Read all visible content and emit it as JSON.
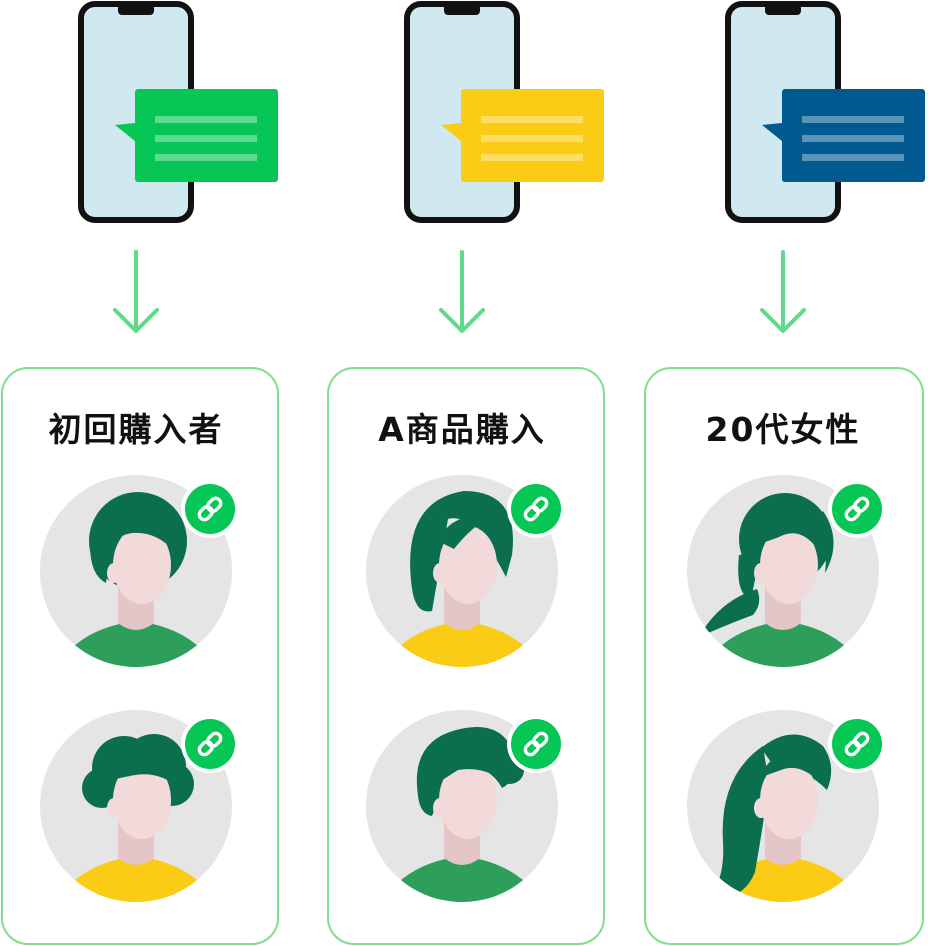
{
  "segments": [
    {
      "title": "初回購入者",
      "message_color": "#06C755",
      "people": [
        {
          "hair": "short",
          "shirt_color": "#2E9E5B"
        },
        {
          "hair": "curly",
          "shirt_color": "#FACC15"
        }
      ]
    },
    {
      "title": "A商品購入",
      "message_color": "#FACC15",
      "people": [
        {
          "hair": "bob",
          "shirt_color": "#FACC15"
        },
        {
          "hair": "quiff",
          "shirt_color": "#2E9E5B"
        }
      ]
    },
    {
      "title": "20代女性",
      "message_color": "#005A8F",
      "people": [
        {
          "hair": "ponytail",
          "shirt_color": "#2E9E5B"
        },
        {
          "hair": "long",
          "shirt_color": "#FACC15"
        }
      ]
    }
  ],
  "icons": {
    "phone": "smartphone-icon",
    "message": "message-bubble-icon",
    "arrow": "arrow-down-icon",
    "link": "link-icon"
  },
  "colors": {
    "phone_screen": "#D0E8EF",
    "phone_frame": "#111111",
    "arrow": "#5FD98A",
    "card_border": "#7EE08A",
    "link_badge": "#06C755",
    "avatar_bg": "#E5E5E5",
    "hair": "#0B6E4F",
    "skin": "#F2D9DA",
    "neck": "#E4C6C8"
  }
}
